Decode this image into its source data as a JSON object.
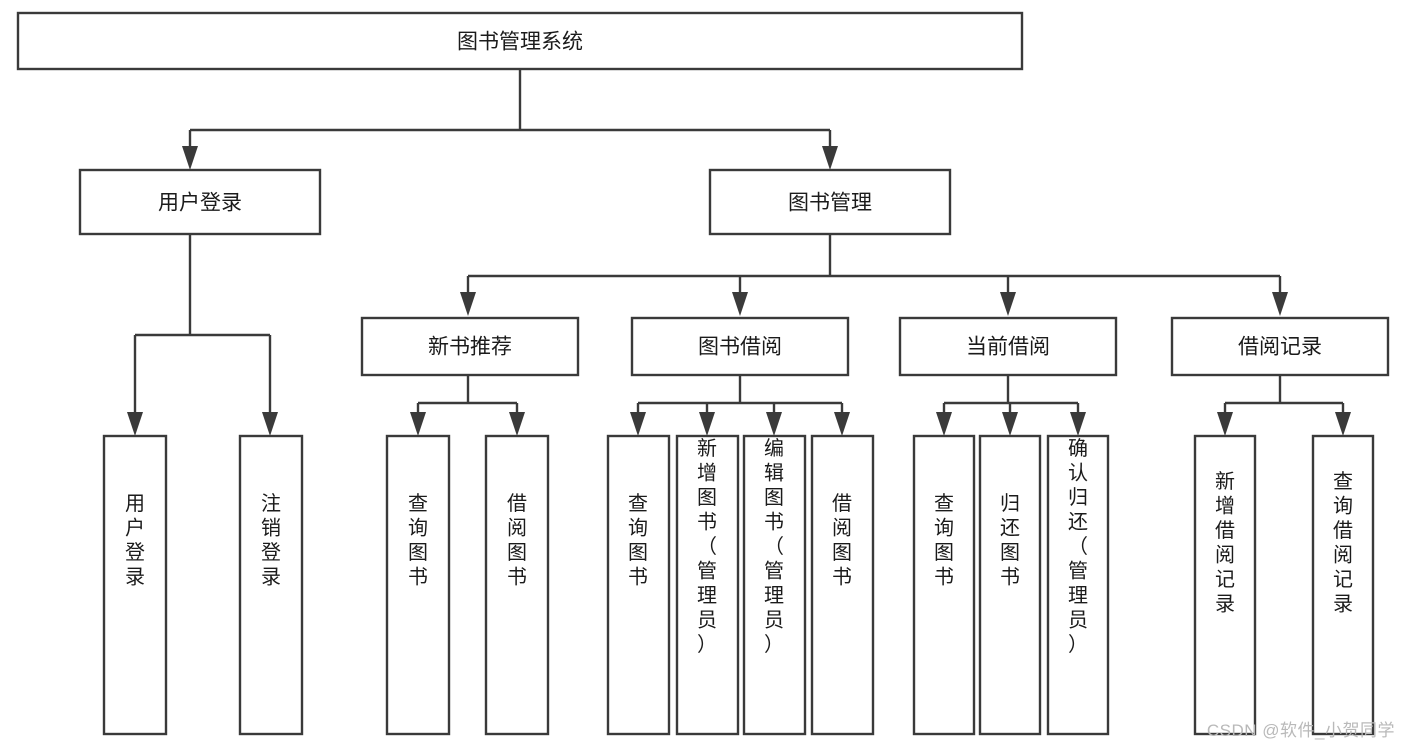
{
  "diagram": {
    "type": "tree-hierarchy",
    "title": "图书管理系统",
    "watermark": "CSDN @软件_小贺同学",
    "colors": {
      "stroke": "#3a3a3a",
      "box_fill": "#ffffff",
      "text": "#1b1b1b",
      "watermark": "#b9b9b9",
      "background": "#ffffff"
    },
    "root": {
      "label": "图书管理系统",
      "orientation": "horizontal"
    },
    "level1": [
      {
        "label": "用户登录",
        "orientation": "horizontal"
      },
      {
        "label": "图书管理",
        "orientation": "horizontal"
      }
    ],
    "level2": [
      {
        "label": "新书推荐",
        "orientation": "horizontal",
        "parent": "图书管理"
      },
      {
        "label": "图书借阅",
        "orientation": "horizontal",
        "parent": "图书管理"
      },
      {
        "label": "当前借阅",
        "orientation": "horizontal",
        "parent": "图书管理"
      },
      {
        "label": "借阅记录",
        "orientation": "horizontal",
        "parent": "图书管理"
      }
    ],
    "leaves": [
      {
        "label": "用户登录",
        "orientation": "vertical",
        "parent": "用户登录"
      },
      {
        "label": "注销登录",
        "orientation": "vertical",
        "parent": "用户登录"
      },
      {
        "label": "查询图书",
        "orientation": "vertical",
        "parent": "新书推荐"
      },
      {
        "label": "借阅图书",
        "orientation": "vertical",
        "parent": "新书推荐"
      },
      {
        "label": "查询图书",
        "orientation": "vertical",
        "parent": "图书借阅"
      },
      {
        "label": "新增图书（管理员）",
        "orientation": "vertical",
        "parent": "图书借阅"
      },
      {
        "label": "编辑图书（管理员）",
        "orientation": "vertical",
        "parent": "图书借阅"
      },
      {
        "label": "借阅图书",
        "orientation": "vertical",
        "parent": "图书借阅"
      },
      {
        "label": "查询图书",
        "orientation": "vertical",
        "parent": "当前借阅"
      },
      {
        "label": "归还图书",
        "orientation": "vertical",
        "parent": "当前借阅"
      },
      {
        "label": "确认归还（管理员）",
        "orientation": "vertical",
        "parent": "当前借阅"
      },
      {
        "label": "新增借阅记录",
        "orientation": "vertical",
        "parent": "借阅记录"
      },
      {
        "label": "查询借阅记录",
        "orientation": "vertical",
        "parent": "借阅记录"
      }
    ]
  }
}
